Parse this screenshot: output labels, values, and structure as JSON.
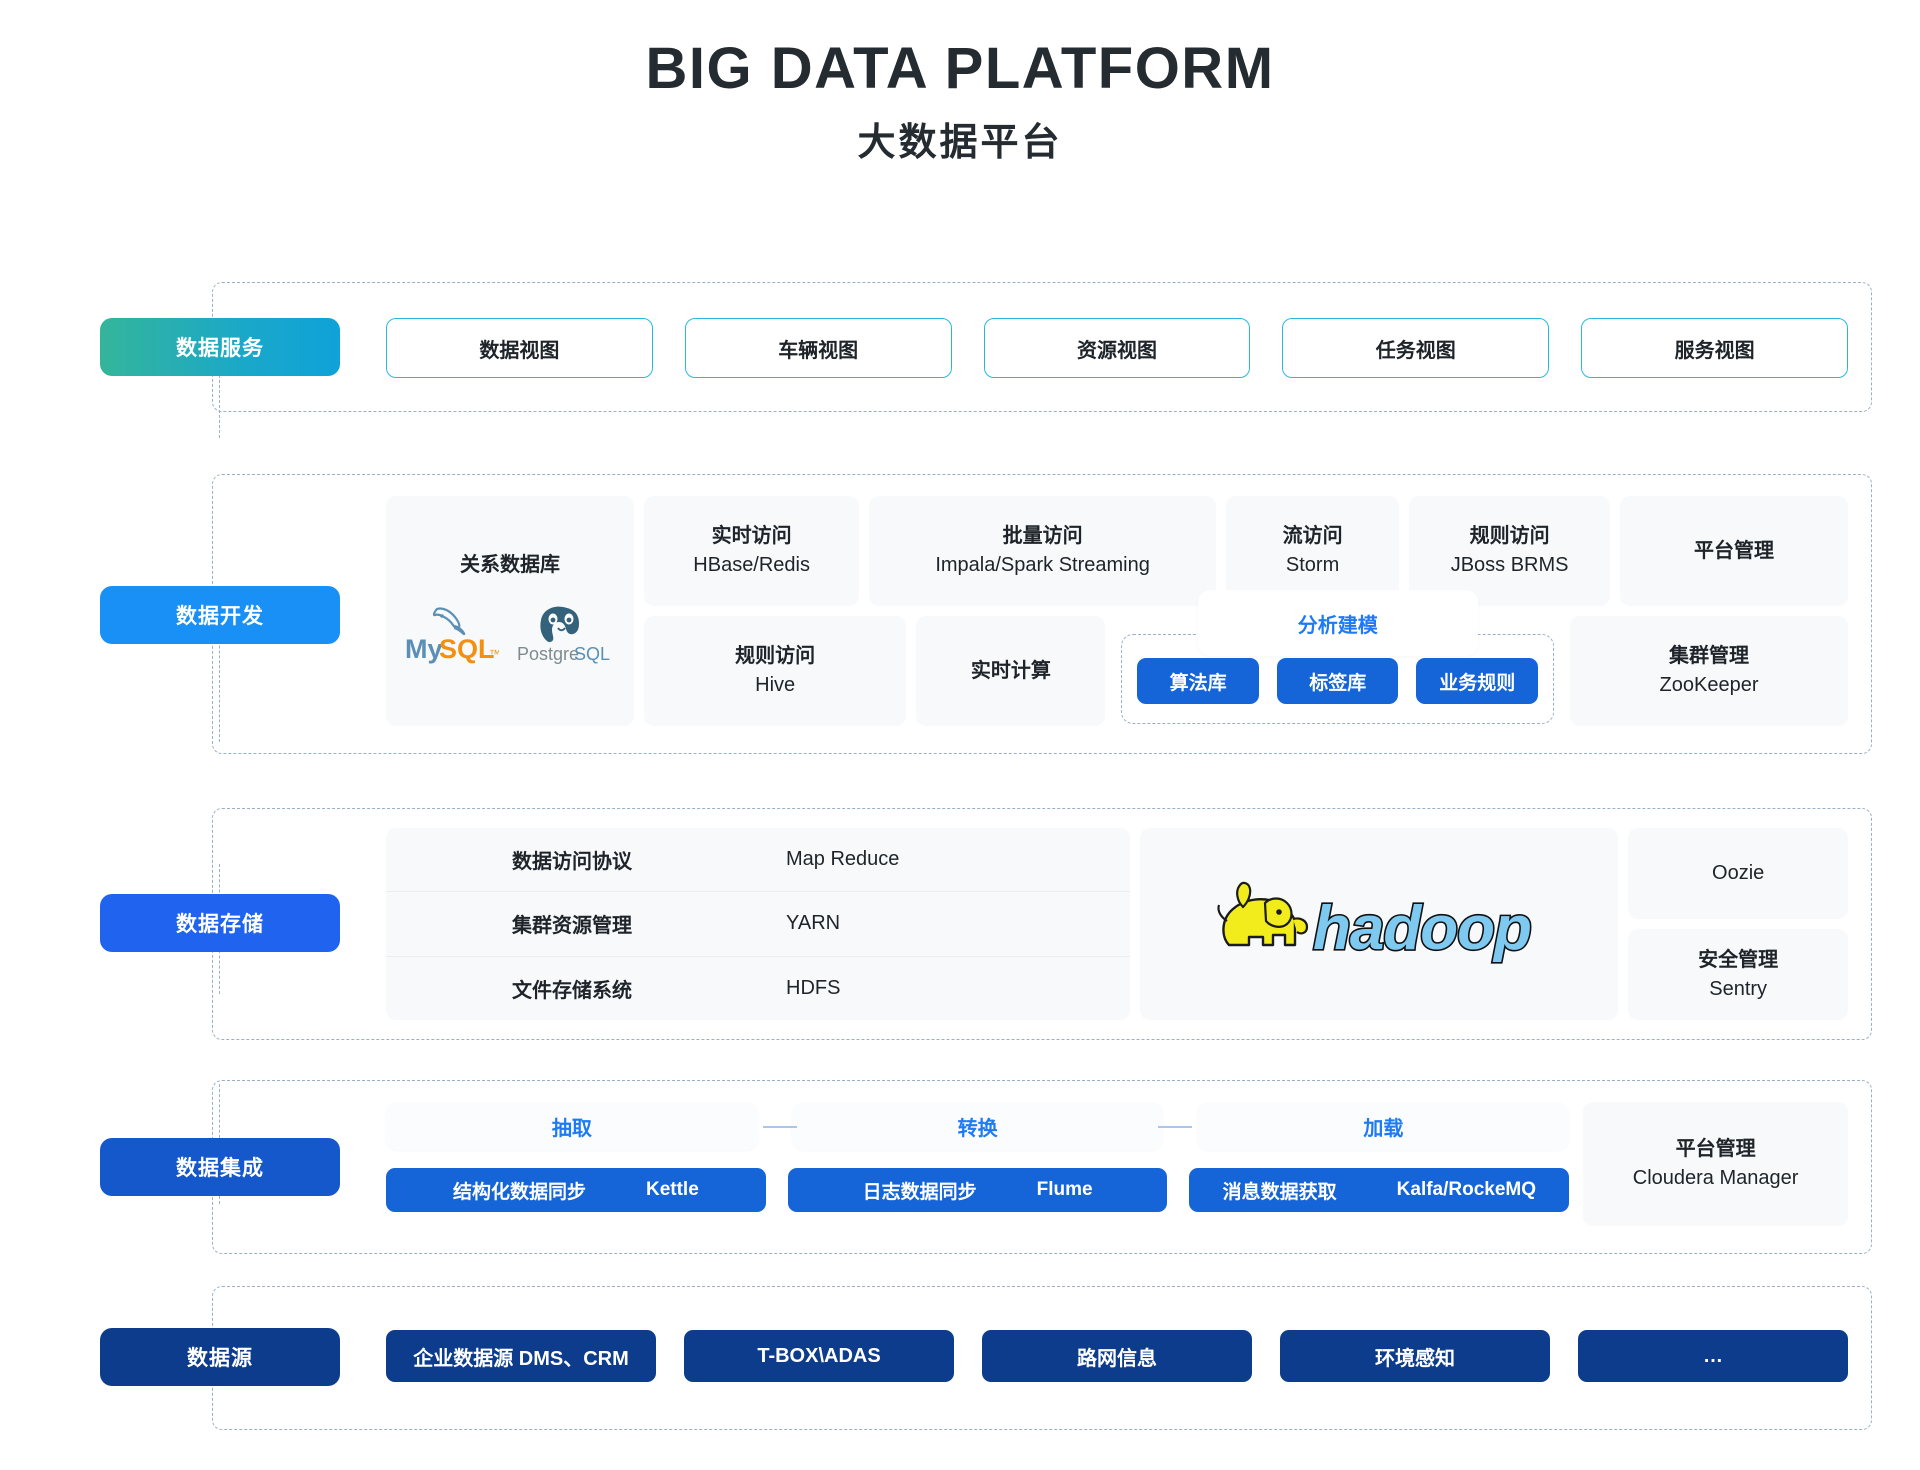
{
  "header": {
    "title_en": "BIG DATA PLATFORM",
    "title_cn": "大数据平台",
    "accent_color": "#27c0ef"
  },
  "rows": {
    "service": {
      "label": "数据服务",
      "label_color": "#1aa8c9",
      "items": [
        {
          "label": "数据视图"
        },
        {
          "label": "车辆视图"
        },
        {
          "label": "资源视图"
        },
        {
          "label": "任务视图"
        },
        {
          "label": "服务视图"
        }
      ]
    },
    "development": {
      "label": "数据开发",
      "label_color": "#1890f5",
      "relational": {
        "caption": "关系数据库",
        "logos": [
          {
            "name": "mysql-logo",
            "text": "MySQL"
          },
          {
            "name": "postgresql-logo",
            "text": "PostgreSQL"
          }
        ]
      },
      "top_cards": [
        {
          "l1": "实时访问",
          "l2": "HBase/Redis"
        },
        {
          "l1": "批量访问",
          "l2": "Impala/Spark Streaming"
        },
        {
          "l1": "流访问",
          "l2": "Storm"
        },
        {
          "l1": "规则访问",
          "l2": "JBoss BRMS"
        },
        {
          "l1": "平台管理",
          "l2": ""
        }
      ],
      "bottom_cards": [
        {
          "l1": "规则访问",
          "l2": "Hive"
        },
        {
          "l1": "实时计算",
          "l2": ""
        }
      ],
      "modeling": {
        "title": "分析建模",
        "title_color": "#1e7bf5",
        "buttons": [
          {
            "label": "算法库"
          },
          {
            "label": "标签库"
          },
          {
            "label": "业务规则"
          }
        ]
      },
      "cluster_card": {
        "l1": "集群管理",
        "l2": "ZooKeeper"
      }
    },
    "storage": {
      "label": "数据存储",
      "label_color": "#1f63ef",
      "table": [
        {
          "key": "数据访问协议",
          "value": "Map Reduce"
        },
        {
          "key": "集群资源管理",
          "value": "YARN"
        },
        {
          "key": "文件存储系统",
          "value": "HDFS"
        }
      ],
      "logo": {
        "name": "hadoop-logo",
        "text": "hadoop"
      },
      "right_cards": [
        {
          "l1": "Oozie",
          "l2": ""
        },
        {
          "l1": "安全管理",
          "l2": "Sentry"
        }
      ]
    },
    "integration": {
      "label": "数据集成",
      "label_color": "#1458cc",
      "stages": [
        {
          "head": "抽取",
          "name": "结构化数据同步",
          "tool": "Kettle"
        },
        {
          "head": "转换",
          "name": "日志数据同步",
          "tool": "Flume"
        },
        {
          "head": "加载",
          "name": "消息数据获取",
          "tool": "Kalfa/RockeMQ"
        }
      ],
      "platform_card": {
        "l1": "平台管理",
        "l2": "Cloudera Manager"
      }
    },
    "source": {
      "label": "数据源",
      "label_color": "#0d3c8c",
      "items": [
        {
          "label": "企业数据源  DMS、CRM"
        },
        {
          "label": "T-BOX\\ADAS"
        },
        {
          "label": "路网信息"
        },
        {
          "label": "环境感知"
        },
        {
          "label": "…"
        }
      ]
    }
  }
}
